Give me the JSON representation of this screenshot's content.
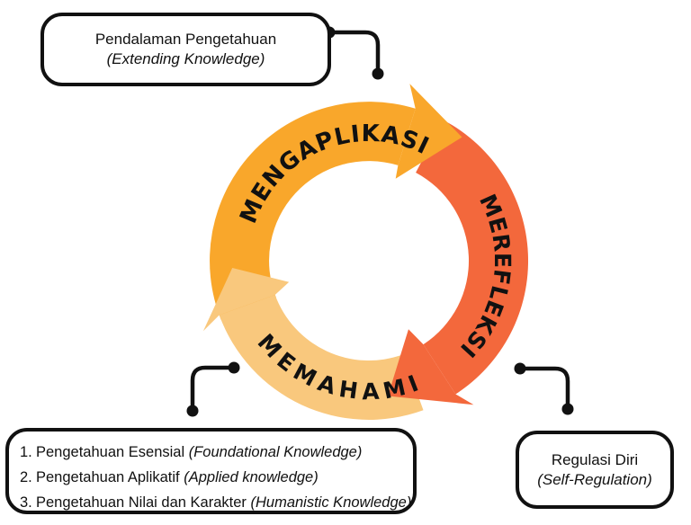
{
  "cycle": {
    "arrows": [
      {
        "label": "MENGAPLIKASI",
        "color": "#F9A72B"
      },
      {
        "label": "MEREFLEKSI",
        "color": "#F3683C"
      },
      {
        "label": "MEMAHAMI",
        "color": "#F9C87D"
      }
    ]
  },
  "callouts": {
    "top_left": {
      "title": "Pendalaman Pengetahuan",
      "subtitle": "(Extending Knowledge)"
    },
    "bottom_right": {
      "title": "Regulasi Diri",
      "subtitle": "(Self-Regulation)"
    },
    "bottom_left": {
      "items": [
        {
          "num": "1.",
          "text": "Pengetahuan Esensial ",
          "en": "(Foundational Knowledge)"
        },
        {
          "num": "2.",
          "text": "Pengetahuan Aplikatif ",
          "en": "(Applied knowledge)"
        },
        {
          "num": "3.",
          "text": "Pengetahuan Nilai dan Karakter ",
          "en": "(Humanistic Knowledge)"
        }
      ]
    }
  },
  "colors": {
    "connector": "#111111",
    "text": "#111111"
  }
}
